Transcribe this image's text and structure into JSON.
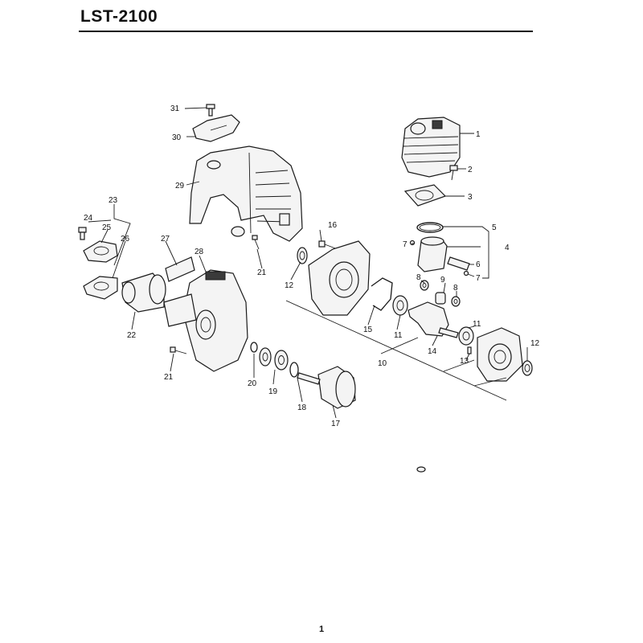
{
  "header": {
    "title": "LST-2100"
  },
  "page": {
    "number": "1"
  },
  "callouts": {
    "c1": "1",
    "c2": "2",
    "c3": "3",
    "c4": "4",
    "c5": "5",
    "c6": "6",
    "c7a": "7",
    "c7b": "7",
    "c8a": "8",
    "c8b": "8",
    "c9": "9",
    "c10": "10",
    "c11a": "11",
    "c11b": "11",
    "c12a": "12",
    "c12b": "12",
    "c13": "13",
    "c14": "14",
    "c15": "15",
    "c16": "16",
    "c17": "17",
    "c18": "18",
    "c19": "19",
    "c20": "20",
    "c21a": "21",
    "c21b": "21",
    "c22": "22",
    "c23": "23",
    "c24": "24",
    "c25": "25",
    "c26": "26",
    "c27": "27",
    "c28": "28",
    "c29": "29",
    "c30": "30",
    "c31": "31"
  }
}
